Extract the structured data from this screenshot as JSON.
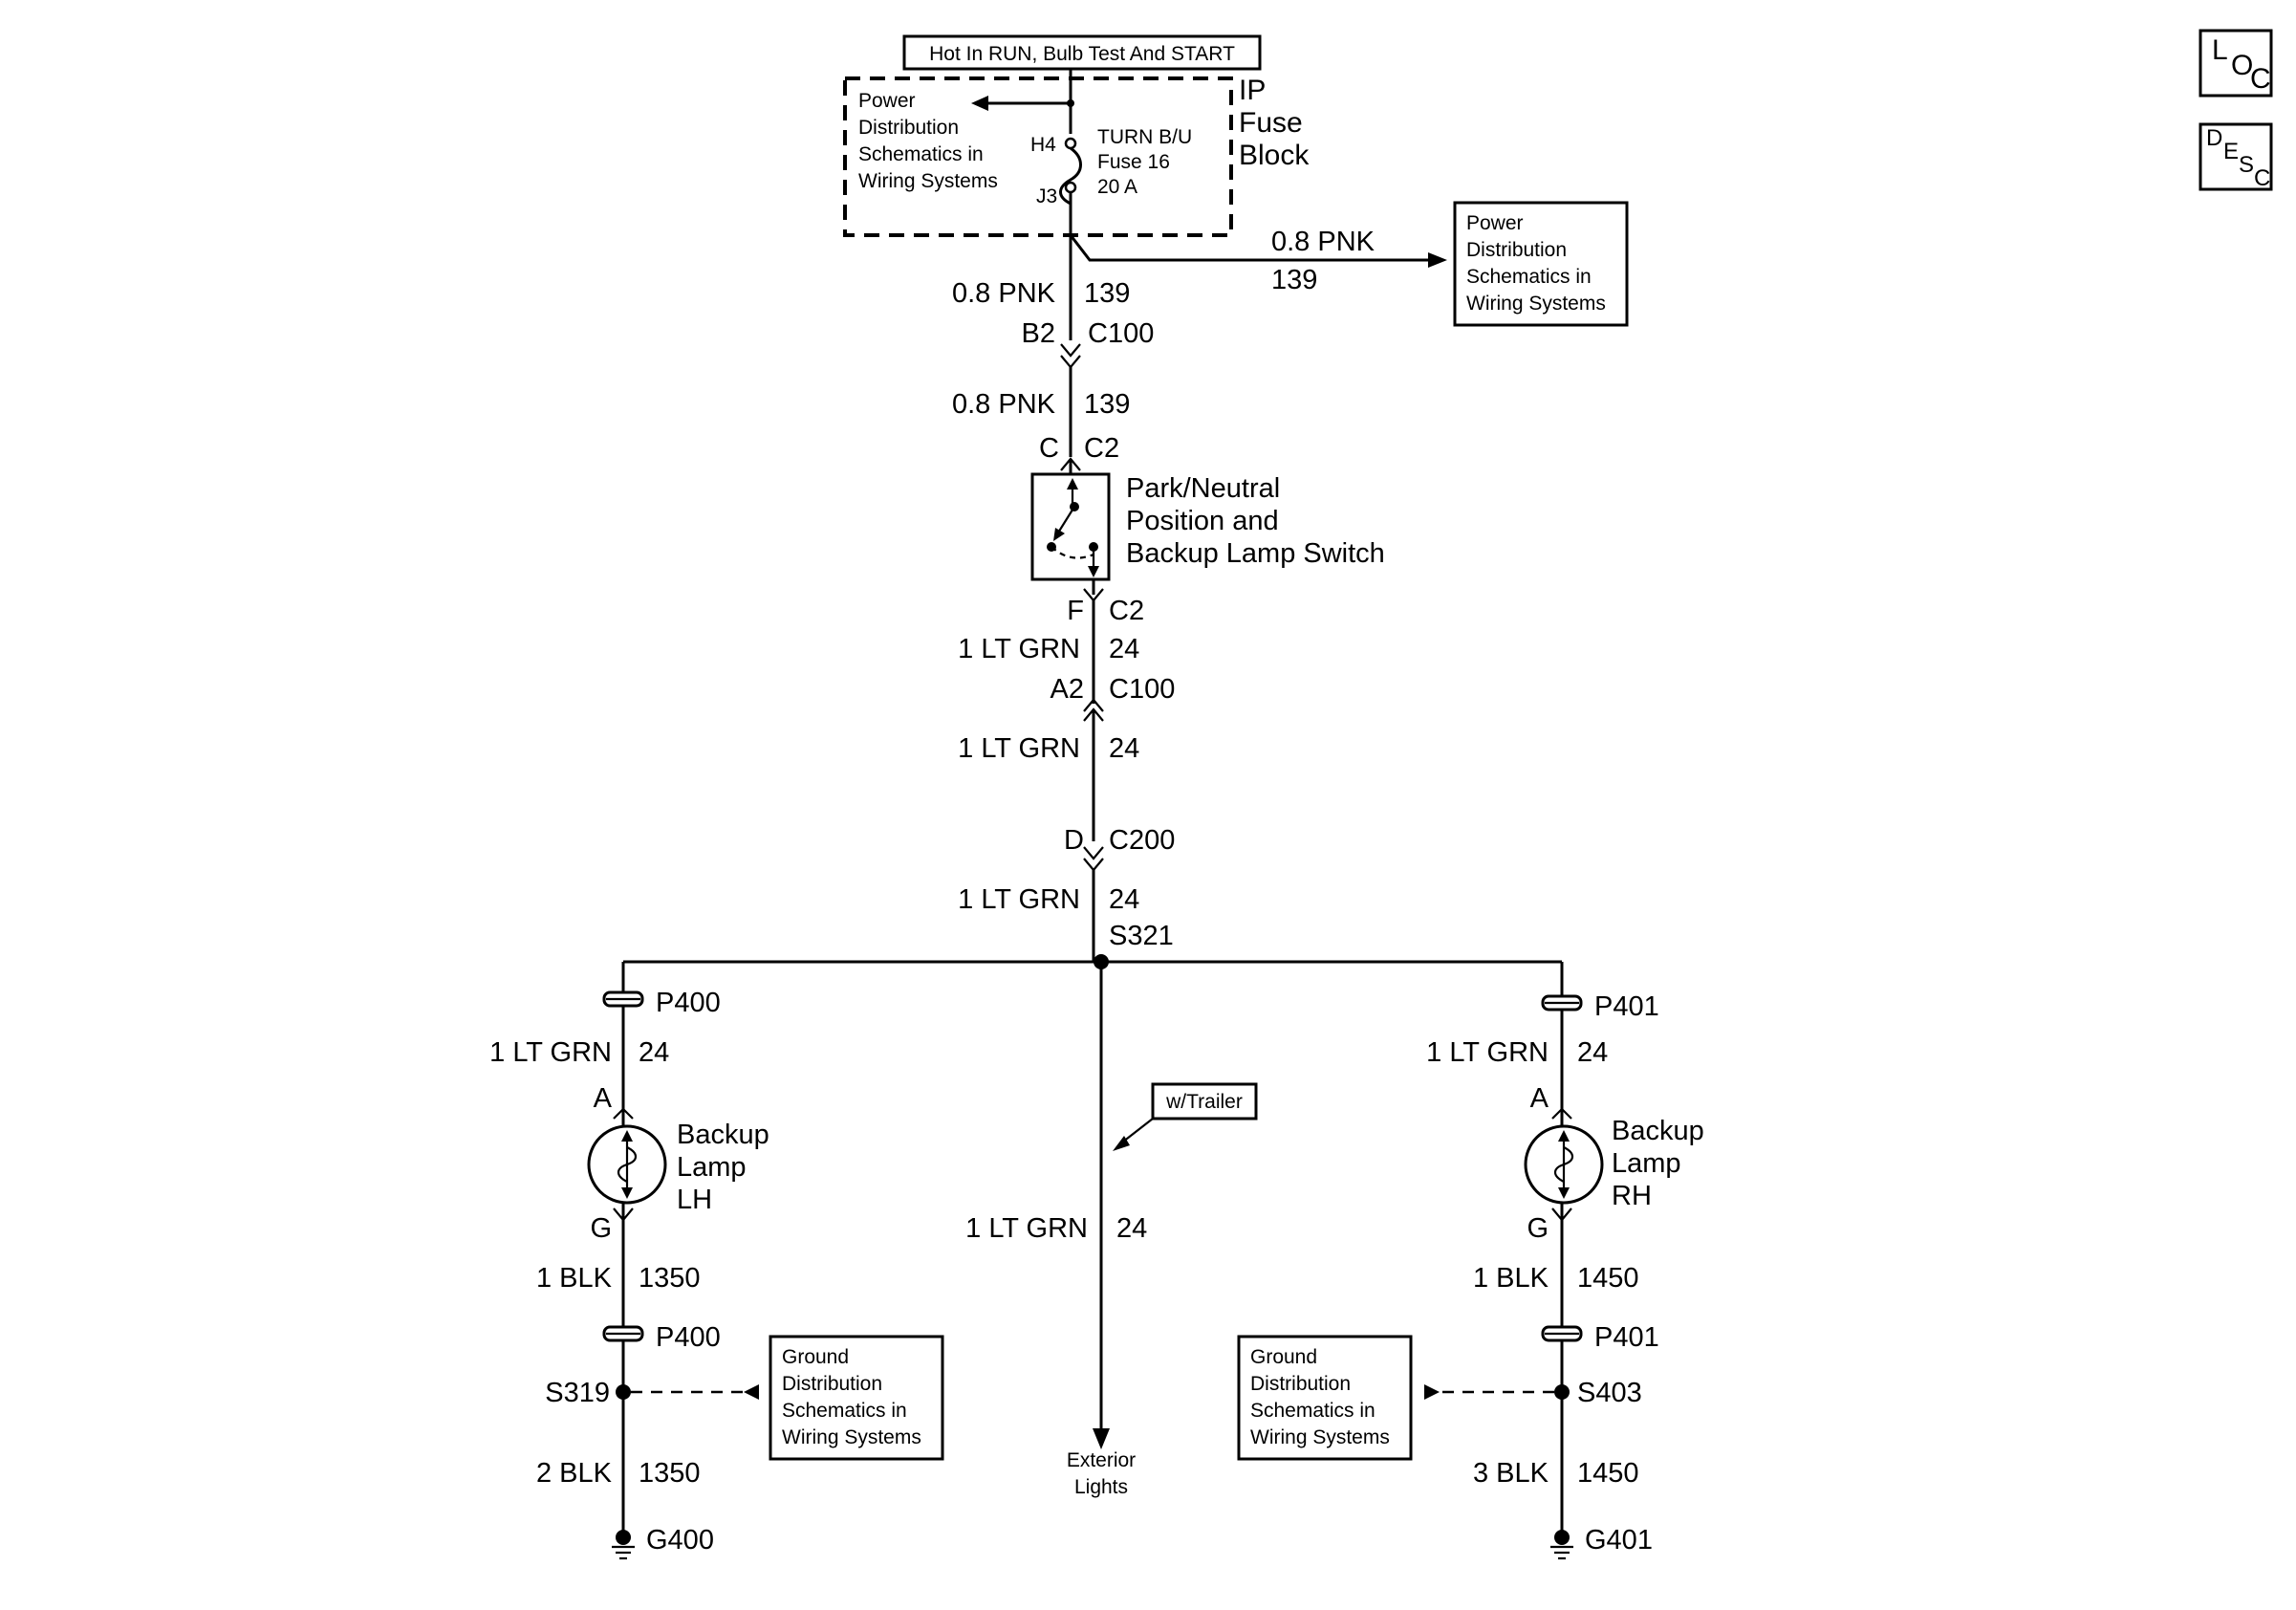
{
  "nav": {
    "loc_icon": "LOC",
    "desc_icon": "DESC"
  },
  "source": {
    "hot_label": "Hot In RUN, Bulb Test And START",
    "block_name_1": "IP",
    "block_name_2": "Fuse",
    "block_name_3": "Block",
    "ref_line1": "Power",
    "ref_line2": "Distribution",
    "ref_line3": "Schematics in",
    "ref_line4": "Wiring Systems",
    "pin_in": "H4",
    "pin_out": "J3",
    "fuse_line1": "TURN B/U",
    "fuse_line2": "Fuse 16",
    "fuse_line3": "20 A"
  },
  "branch_right": {
    "wire": "0.8 PNK",
    "circuit": "139",
    "ref_line1": "Power",
    "ref_line2": "Distribution",
    "ref_line3": "Schematics in",
    "ref_line4": "Wiring Systems"
  },
  "main": {
    "w1_wire": "0.8 PNK",
    "w1_circuit": "139",
    "c100_pin": "B2",
    "c100_name": "C100",
    "w2_wire": "0.8 PNK",
    "w2_circuit": "139",
    "c2_in_pin": "C",
    "c2_in_name": "C2",
    "switch_line1": "Park/Neutral",
    "switch_line2": "Position and",
    "switch_line3": "Backup Lamp Switch",
    "c2_out_pin": "F",
    "c2_out_name": "C2",
    "w3_wire": "1 LT GRN",
    "w3_circuit": "24",
    "c100b_pin": "A2",
    "c100b_name": "C100",
    "w4_wire": "1 LT GRN",
    "w4_circuit": "24",
    "c200_pin": "D",
    "c200_name": "C200",
    "w5_wire": "1 LT GRN",
    "w5_circuit": "24",
    "splice": "S321"
  },
  "center": {
    "option": "w/Trailer",
    "wire": "1 LT GRN",
    "circuit": "24",
    "dest_line1": "Exterior",
    "dest_line2": "Lights"
  },
  "left": {
    "conn_top": "P400",
    "wire_top": "1 LT GRN",
    "circuit_top": "24",
    "pin_a": "A",
    "lamp_line1": "Backup",
    "lamp_line2": "Lamp",
    "lamp_line3": "LH",
    "pin_g": "G",
    "wire_mid": "1 BLK",
    "circuit_mid": "1350",
    "conn_bot": "P400",
    "splice": "S319",
    "ref_line1": "Ground",
    "ref_line2": "Distribution",
    "ref_line3": "Schematics in",
    "ref_line4": "Wiring Systems",
    "wire_bot": "2 BLK",
    "circuit_bot": "1350",
    "ground": "G400"
  },
  "right": {
    "conn_top": "P401",
    "wire_top": "1 LT GRN",
    "circuit_top": "24",
    "pin_a": "A",
    "lamp_line1": "Backup",
    "lamp_line2": "Lamp",
    "lamp_line3": "RH",
    "pin_g": "G",
    "wire_mid": "1 BLK",
    "circuit_mid": "1450",
    "conn_bot": "P401",
    "splice": "S403",
    "ref_line1": "Ground",
    "ref_line2": "Distribution",
    "ref_line3": "Schematics in",
    "ref_line4": "Wiring Systems",
    "wire_bot": "3 BLK",
    "circuit_bot": "1450",
    "ground": "G401"
  }
}
